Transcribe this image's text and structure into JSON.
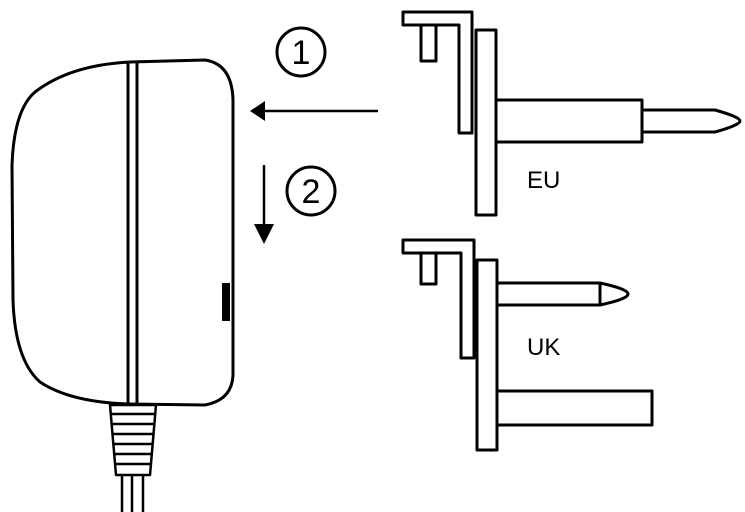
{
  "steps": [
    {
      "number": "1"
    },
    {
      "number": "2"
    }
  ],
  "plugs": [
    {
      "label": "EU"
    },
    {
      "label": "UK"
    }
  ],
  "colors": {
    "line": "#000000",
    "background": "#ffffff"
  }
}
